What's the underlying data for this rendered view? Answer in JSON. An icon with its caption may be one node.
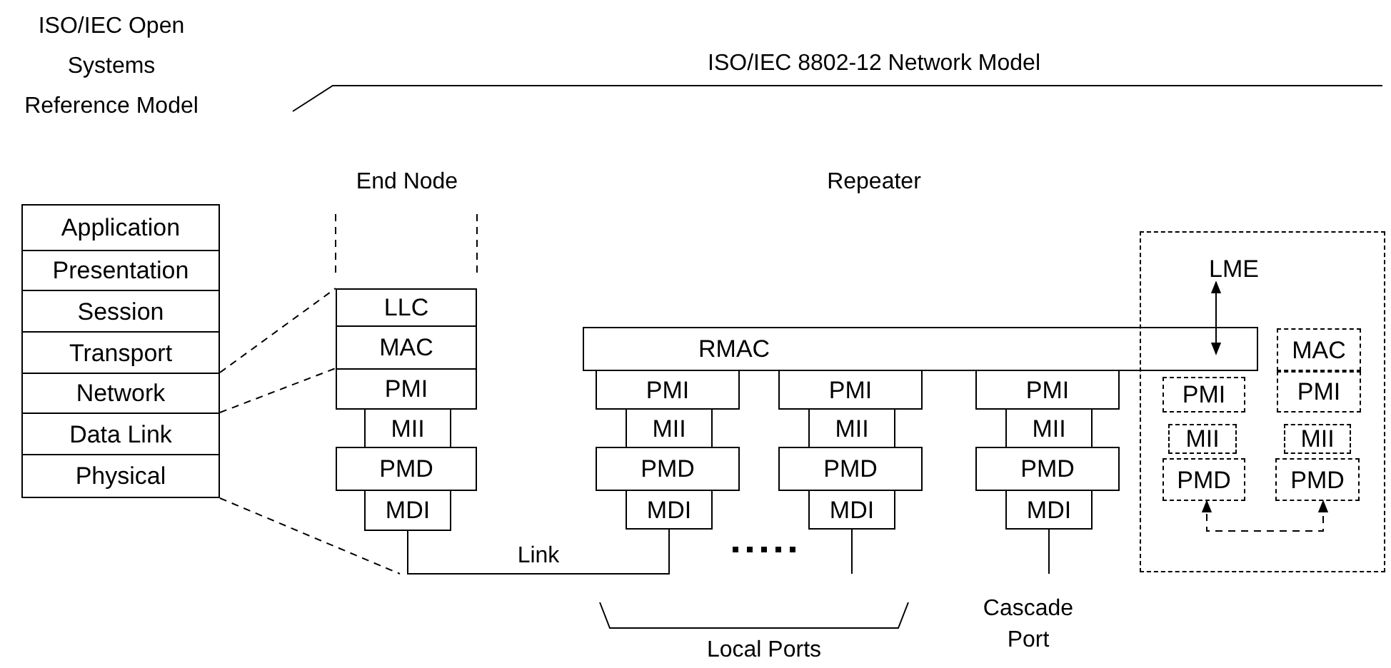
{
  "diagram": {
    "nodes": [
      {
        "text": [
          "Application"
        ]
      },
      {
        "text": [
          "Presentation"
        ]
      },
      {
        "text": [
          "Session"
        ]
      },
      {
        "text": [
          "Transport"
        ]
      },
      {
        "text": [
          "Network"
        ]
      },
      {
        "text": [
          "Data Link"
        ]
      },
      {
        "text": [
          "Physical"
        ]
      },
      {
        "text": [
          "LLC"
        ]
      },
      {
        "text": [
          "MAC"
        ]
      },
      {
        "text": [
          "PMI"
        ]
      },
      {
        "text": [
          "MII"
        ]
      },
      {
        "text": [
          "PMD"
        ]
      },
      {
        "text": [
          "MDI"
        ]
      },
      {
        "text": [
          "RMAC"
        ]
      },
      {
        "text": [
          "PMI"
        ]
      },
      {
        "text": [
          "MII"
        ]
      },
      {
        "text": [
          "PMD"
        ]
      },
      {
        "text": [
          "MDI"
        ]
      },
      {
        "text": [
          "PMI"
        ]
      },
      {
        "text": [
          "MII"
        ]
      },
      {
        "text": [
          "PMD"
        ]
      },
      {
        "text": [
          "MDI"
        ]
      },
      {
        "text": [
          "PMI"
        ]
      },
      {
        "text": [
          "MII"
        ]
      },
      {
        "text": [
          "PMD"
        ]
      },
      {
        "text": [
          "MDI"
        ]
      },
      {
        "text": [],
        "shape": "box"
      },
      {
        "text": [
          "LME"
        ],
        "in": 26
      },
      {
        "text": [
          "PMI"
        ],
        "in": 26
      },
      {
        "text": [
          "MII"
        ],
        "in": 26
      },
      {
        "text": [
          "PMD"
        ],
        "in": 26
      },
      {
        "text": [
          "MAC"
        ],
        "in": 26
      },
      {
        "text": [
          "PMI"
        ],
        "in": 26
      },
      {
        "text": [
          "MII"
        ],
        "in": 26
      },
      {
        "text": [
          "PMD"
        ],
        "in": 26
      }
    ],
    "edges": [
      {
        "from": 4,
        "to": 7,
        "arrow": "none",
        "style": "dashed"
      },
      {
        "from": 5,
        "to": 9,
        "arrow": "none",
        "style": "dashed"
      },
      {
        "from": 6,
        "to": null,
        "arrow": "none",
        "style": "dashed"
      },
      {
        "from": 12,
        "to": 17,
        "arrow": "none",
        "label": "Link"
      },
      {
        "from": 21,
        "to": null,
        "arrow": "none"
      },
      {
        "from": 25,
        "to": null,
        "arrow": "none"
      },
      {
        "from": 27,
        "to": 13,
        "arrow": "both"
      },
      {
        "from": 30,
        "to": 34,
        "arrow": "both",
        "style": "dashed"
      }
    ],
    "labels": [
      "ISO/IEC Open Systems Reference Model",
      "ISO/IEC 8802-12 Network Model",
      "End Node",
      "Repeater",
      "Local Ports",
      "Cascade Port"
    ]
  }
}
